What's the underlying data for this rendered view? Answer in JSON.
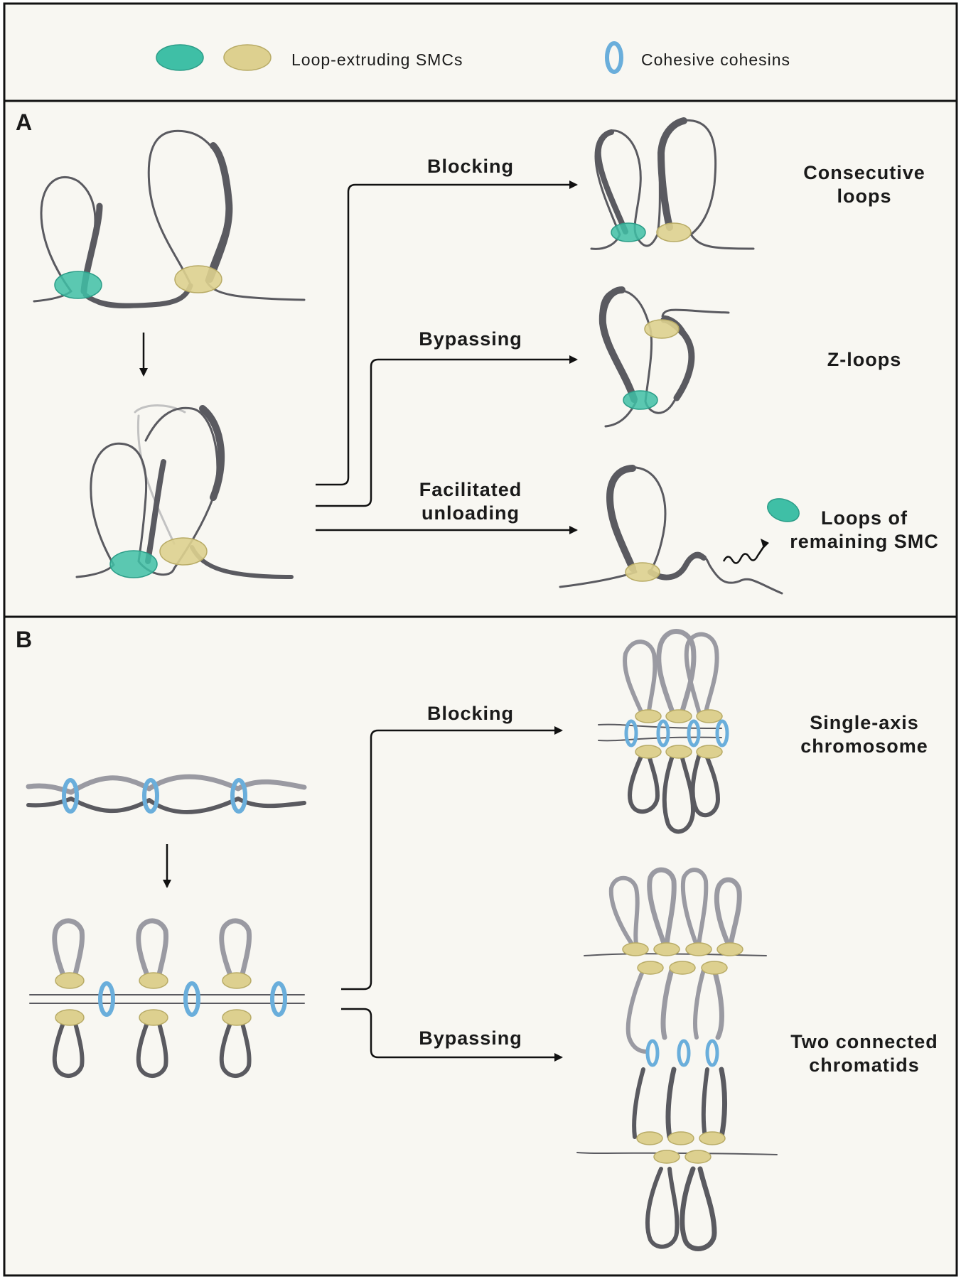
{
  "legend": {
    "smc_label": "Loop-extruding SMCs",
    "cohesin_label": "Cohesive cohesins"
  },
  "panel_a": {
    "letter": "A",
    "arrows": {
      "blocking": "Blocking",
      "bypassing": "Bypassing",
      "facilitated_line1": "Facilitated",
      "facilitated_line2": "unloading"
    },
    "outcomes": {
      "consecutive_line1": "Consecutive",
      "consecutive_line2": "loops",
      "zloops": "Z-loops",
      "remaining_line1": "Loops of",
      "remaining_line2": "remaining SMC"
    }
  },
  "panel_b": {
    "letter": "B",
    "arrows": {
      "blocking": "Blocking",
      "bypassing": "Bypassing"
    },
    "outcomes": {
      "single_line1": "Single-axis",
      "single_line2": "chromosome",
      "two_line1": "Two connected",
      "two_line2": "chromatids"
    }
  },
  "colors": {
    "teal_smc": "#3fbfa6",
    "yellow_smc": "#ddd08f",
    "cohesin_ring": "#6aaedb",
    "fiber_dark": "#5a5a60",
    "fiber_light": "#9a9aa2",
    "panel_bg": "#f8f7f2",
    "border": "#111111"
  }
}
